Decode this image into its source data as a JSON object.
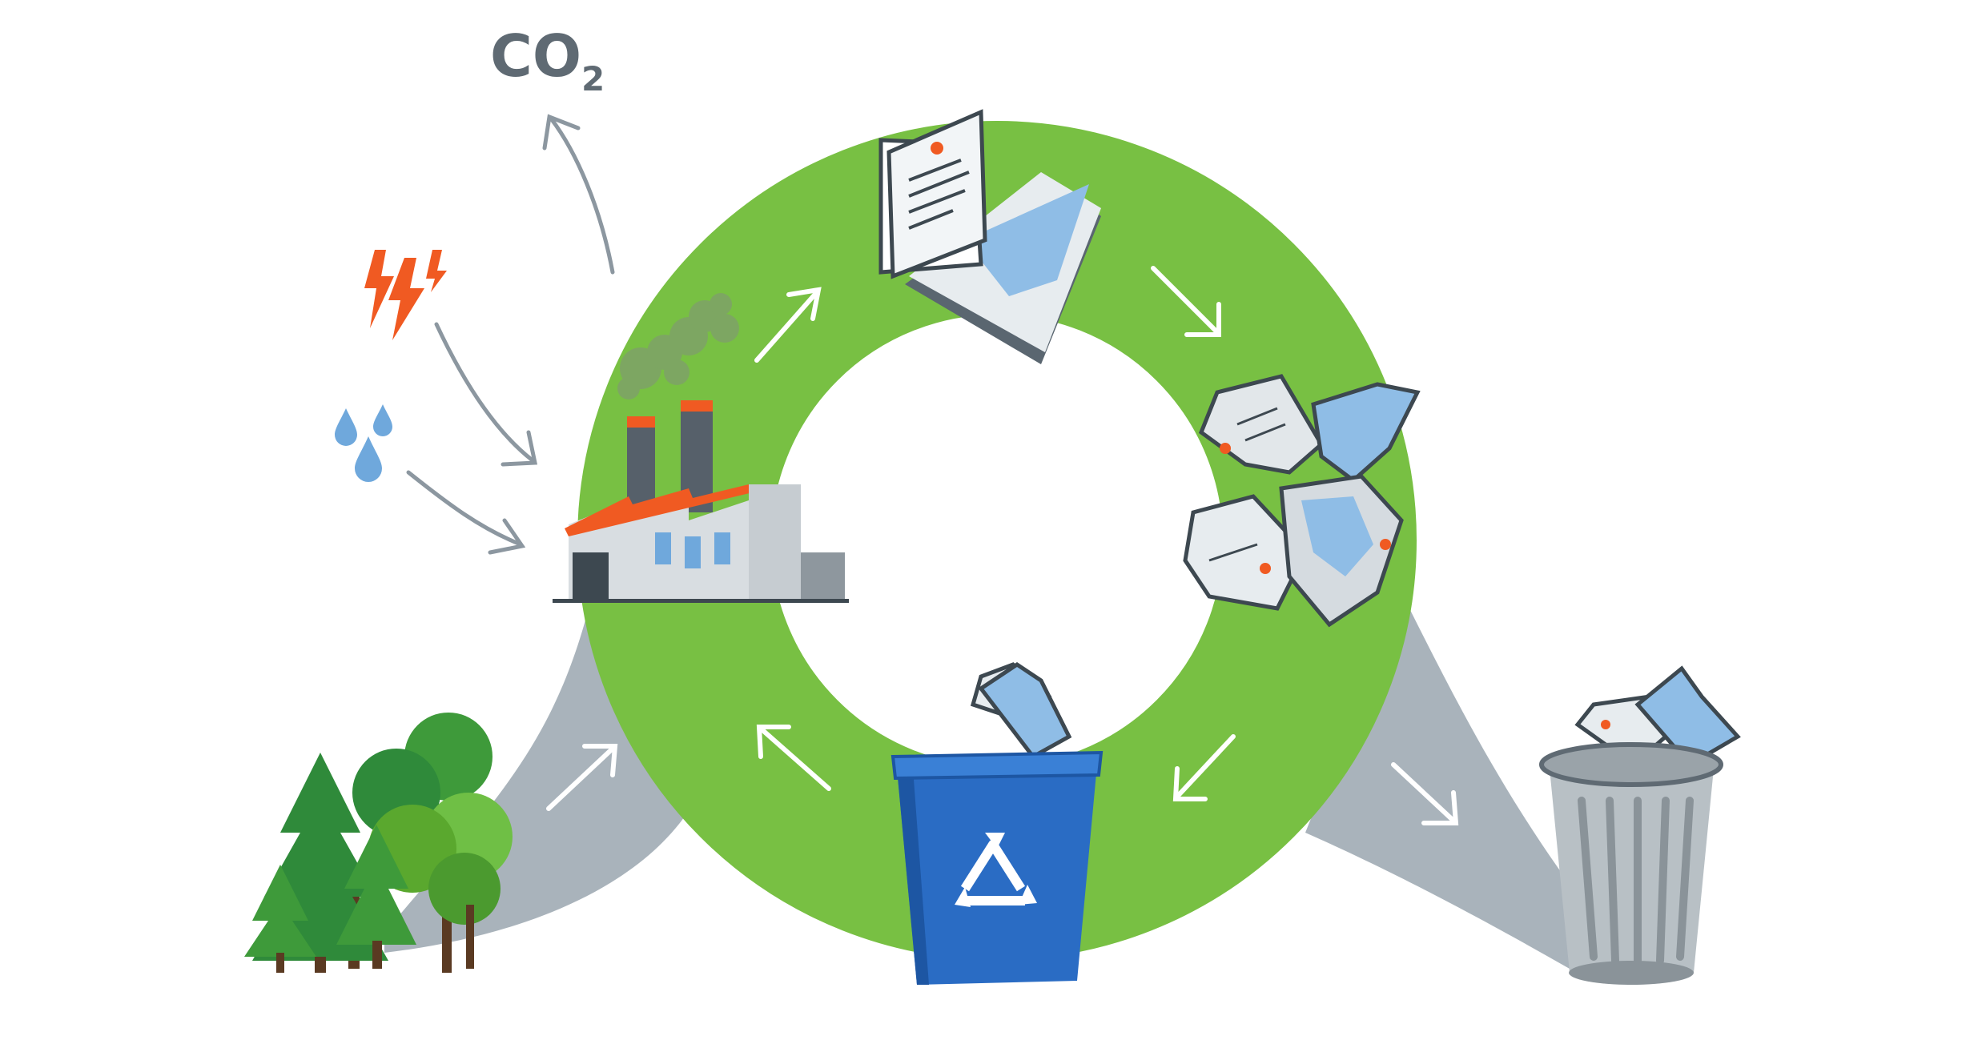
{
  "co2_label": {
    "main": "CO",
    "subscript": "2"
  },
  "colors": {
    "cycle_ring": "#78c043",
    "cycle_ring_dark": "#5aa82e",
    "grey_flow": "#a9b3bb",
    "arrow_stroke": "#ffffff",
    "input_arrow": "#8c97a0",
    "energy_bolt": "#f05a22",
    "water_drop": "#6fa8dc",
    "recycle_bin": "#2a6cc4",
    "trash_can": "#9aa3a9",
    "tree_dark": "#2f8a3a",
    "tree_light": "#6fbf45",
    "factory_roof": "#f05a22"
  },
  "icons": [
    "co2-text",
    "energy-bolt-icon",
    "water-drop-icon",
    "factory-icon",
    "paper-documents-icon",
    "crumpled-paper-icon",
    "recycle-bin-icon",
    "trash-can-icon",
    "forest-icon"
  ]
}
